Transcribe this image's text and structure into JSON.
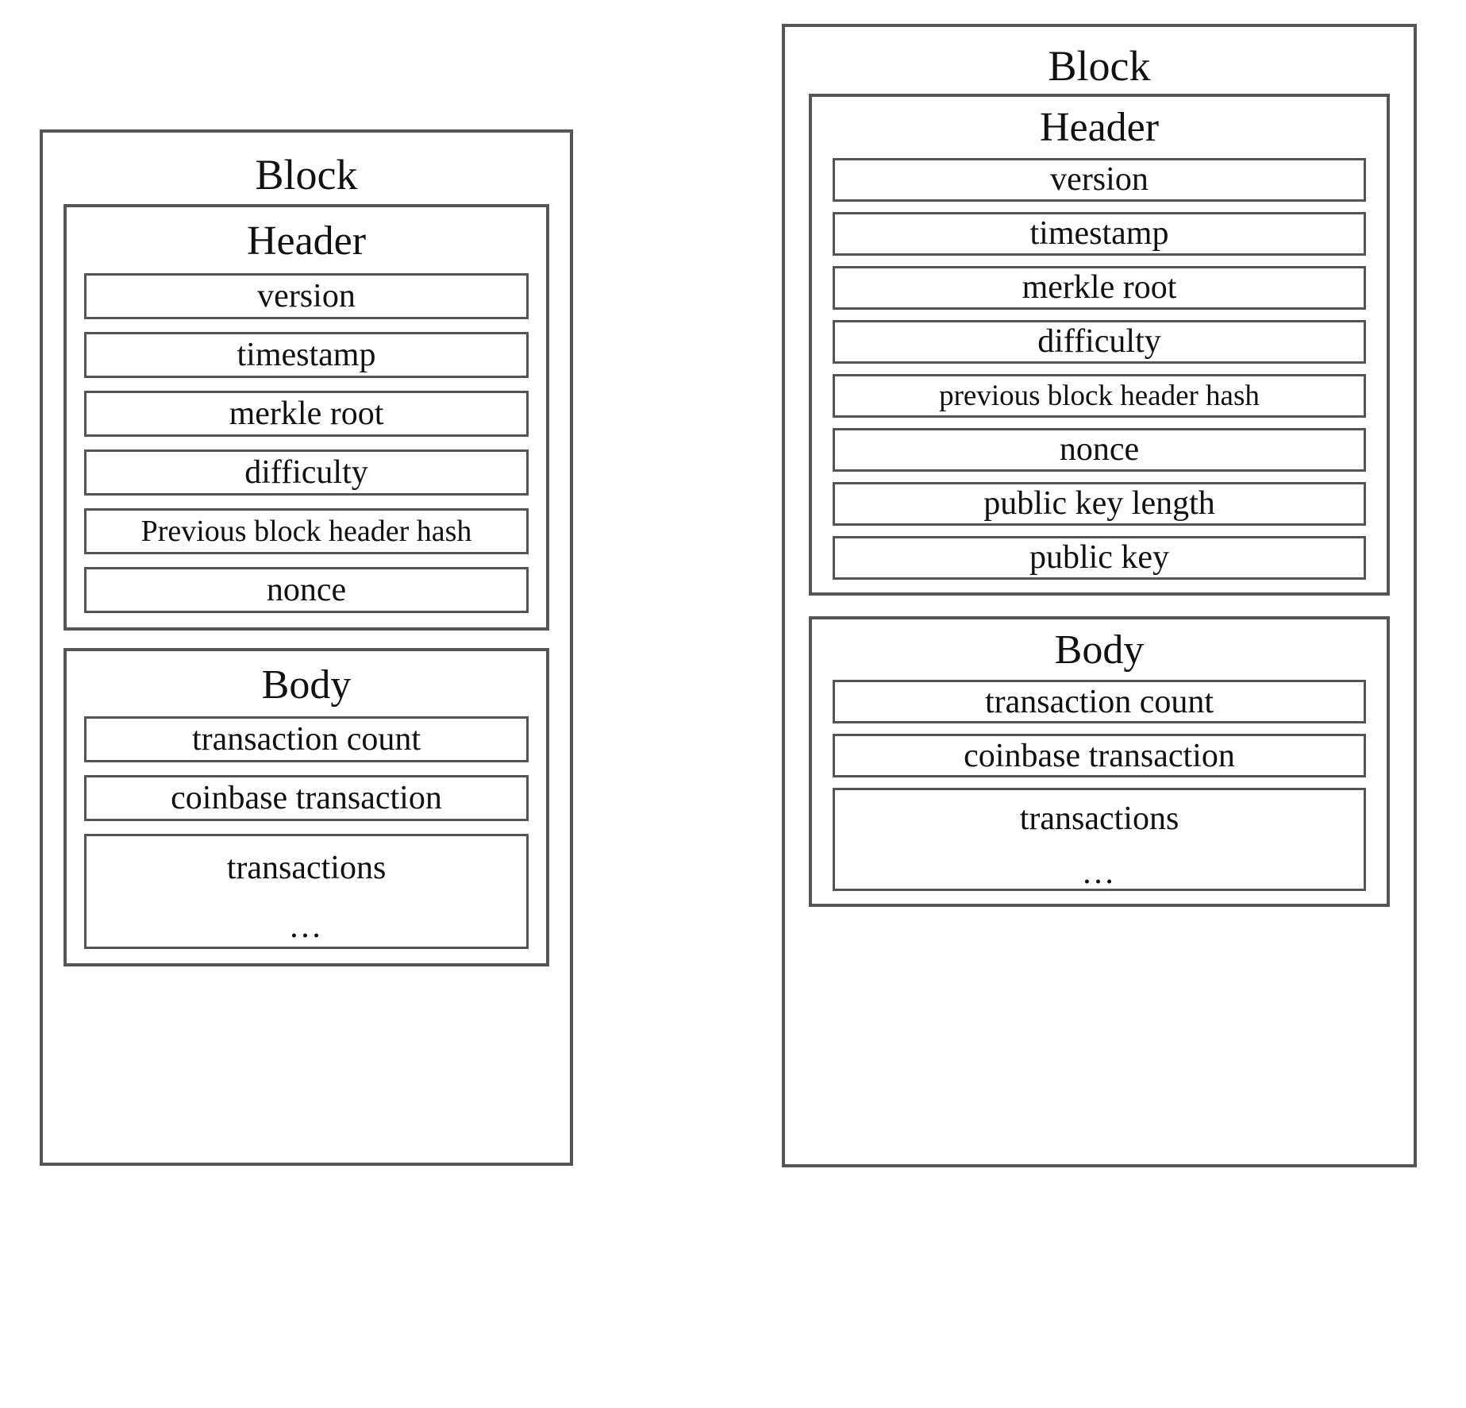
{
  "diagram": {
    "type": "block-structure-comparison",
    "panels": [
      {
        "id": "left",
        "block_title": "Block",
        "sections": [
          {
            "id": "header",
            "title": "Header",
            "fields": [
              {
                "label": "version",
                "style": "normal"
              },
              {
                "label": "timestamp",
                "style": "normal"
              },
              {
                "label": "merkle root",
                "style": "normal"
              },
              {
                "label": "difficulty",
                "style": "normal"
              },
              {
                "label": "Previous block header hash",
                "style": "tight"
              },
              {
                "label": "nonce",
                "style": "normal"
              }
            ]
          },
          {
            "id": "body",
            "title": "Body",
            "fields": [
              {
                "label": "transaction count",
                "style": "normal"
              },
              {
                "label": "coinbase transaction",
                "style": "normal"
              },
              {
                "label": "transactions",
                "style": "multiline",
                "ellipsis": "…"
              }
            ]
          }
        ]
      },
      {
        "id": "right",
        "block_title": "Block",
        "sections": [
          {
            "id": "header",
            "title": "Header",
            "fields": [
              {
                "label": "version",
                "style": "normal"
              },
              {
                "label": "timestamp",
                "style": "normal"
              },
              {
                "label": "merkle root",
                "style": "normal"
              },
              {
                "label": "difficulty",
                "style": "normal"
              },
              {
                "label": "previous block header hash",
                "style": "tight"
              },
              {
                "label": "nonce",
                "style": "normal"
              },
              {
                "label": "public key length",
                "style": "normal"
              },
              {
                "label": "public key",
                "style": "normal"
              }
            ]
          },
          {
            "id": "body",
            "title": "Body",
            "fields": [
              {
                "label": "transaction count",
                "style": "normal"
              },
              {
                "label": "coinbase transaction",
                "style": "normal"
              },
              {
                "label": "transactions",
                "style": "multiline",
                "ellipsis": "…"
              }
            ]
          }
        ]
      }
    ]
  },
  "colors": {
    "border": "#555555",
    "text": "#111111",
    "background": "#ffffff"
  }
}
